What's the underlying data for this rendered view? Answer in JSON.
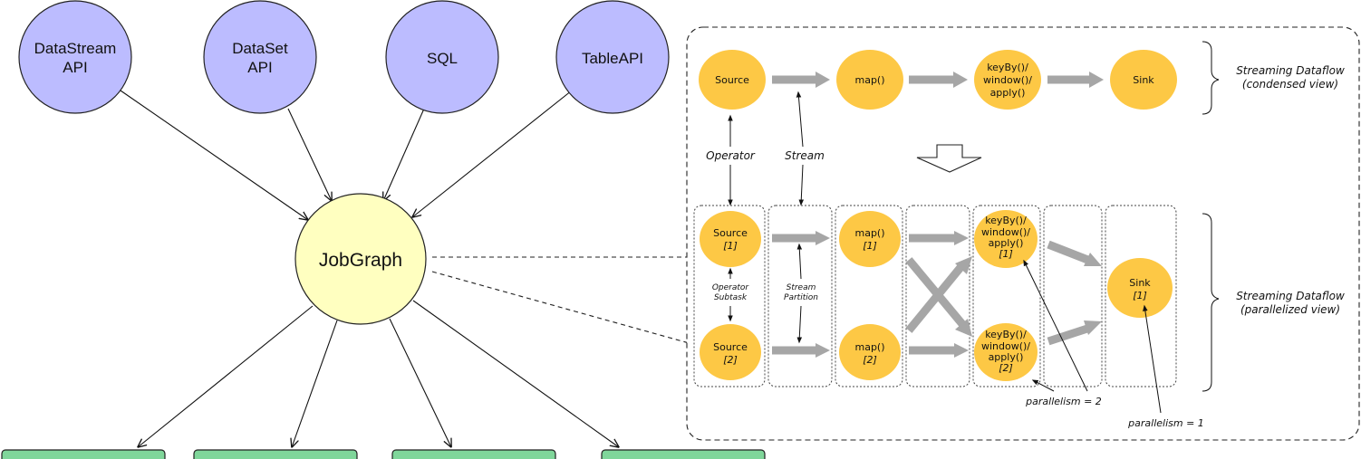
{
  "left": {
    "api_nodes": [
      {
        "line1": "DataStream",
        "line2": "API"
      },
      {
        "line1": "DataSet",
        "line2": "API"
      },
      {
        "line1": "SQL",
        "line2": ""
      },
      {
        "line1": "TableAPI",
        "line2": ""
      }
    ],
    "center_node": "JobGraph"
  },
  "right": {
    "condensed": {
      "ops": [
        {
          "lines": [
            "Source"
          ]
        },
        {
          "lines": [
            "map()"
          ]
        },
        {
          "lines": [
            "keyBy()/",
            "window()/",
            "apply()"
          ]
        },
        {
          "lines": [
            "Sink"
          ]
        }
      ],
      "label_line1": "Streaming Dataflow",
      "label_line2": "(condensed view)"
    },
    "operator_label": "Operator",
    "stream_label": "Stream",
    "parallel": {
      "source1": {
        "name": "Source",
        "idx": "[1]"
      },
      "source2": {
        "name": "Source",
        "idx": "[2]"
      },
      "map1": {
        "name": "map()",
        "idx": "[1]"
      },
      "map2": {
        "name": "map()",
        "idx": "[2]"
      },
      "key1": {
        "lines": [
          "keyBy()/",
          "window()/",
          "apply()"
        ],
        "idx": "[1]"
      },
      "key2": {
        "lines": [
          "keyBy()/",
          "window()/",
          "apply()"
        ],
        "idx": "[2]"
      },
      "sink": {
        "name": "Sink",
        "idx": "[1]"
      },
      "subtask_line1": "Operator",
      "subtask_line2": "Subtask",
      "partition_line1": "Stream",
      "partition_line2": "Partition",
      "label_line1": "Streaming Dataflow",
      "label_line2": "(parallelized view)",
      "parallelism2": "parallelism = 2",
      "parallelism1": "parallelism = 1"
    }
  },
  "colors": {
    "api": "#bcbcff",
    "jobgraph": "#ffffc0",
    "operator": "#fdc845",
    "bottom_boxes": "#7fd69a",
    "flow_arrows": "#a6a6a6"
  }
}
